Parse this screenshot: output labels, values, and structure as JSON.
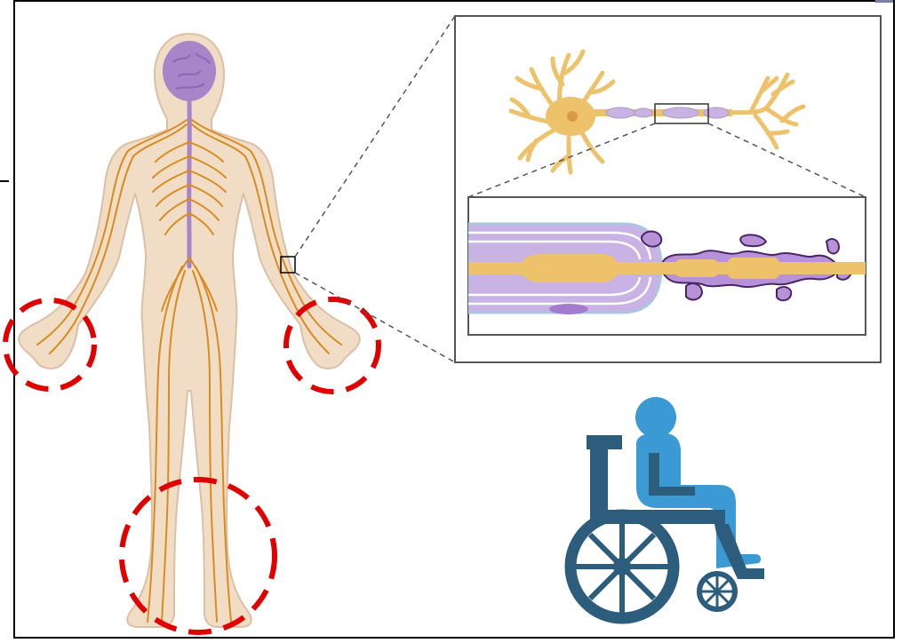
{
  "colors": {
    "skin": "#f1dcc6",
    "skin_outline": "#dcc0a5",
    "nerve": "#d98c1e",
    "brain": "#a884c8",
    "neuron": "#eec26a",
    "myelin_lilac": "#c9b3e5",
    "myelin_purple": "#a47ccf",
    "myelin_blue": "#a9c7e4",
    "damage_outline": "#4b2468",
    "highlight_red": "#e10000",
    "wheelchair_dark": "#2c5d7c",
    "wheelchair_light": "#3b99d3",
    "frame": "#000000"
  },
  "icons": [
    "human-body-nervous-system",
    "neuron",
    "myelin-sheath",
    "wheelchair-user"
  ],
  "highlights": [
    "left-hand",
    "right-hand",
    "feet"
  ]
}
